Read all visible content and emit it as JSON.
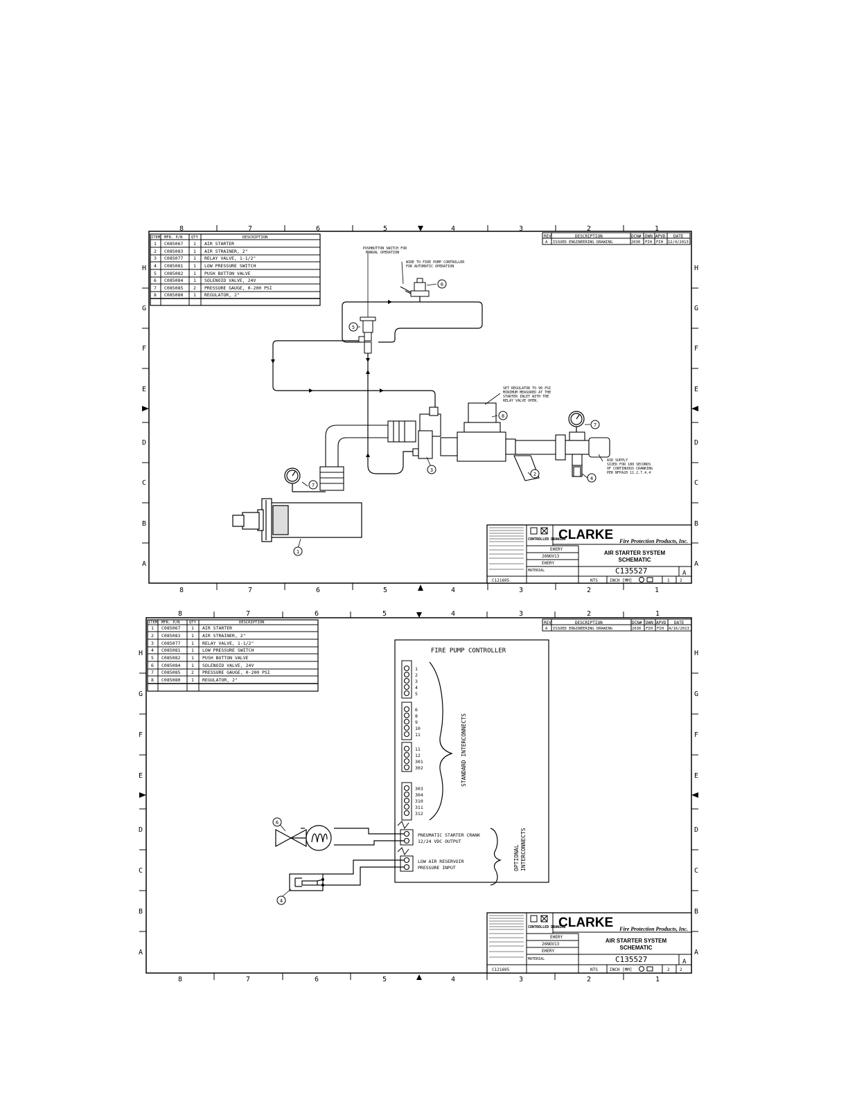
{
  "zones": {
    "columns": [
      "8",
      "7",
      "6",
      "5",
      "4",
      "3",
      "2",
      "1"
    ],
    "rows": [
      "H",
      "G",
      "F",
      "E",
      "D",
      "C",
      "B",
      "A"
    ]
  },
  "bom": {
    "headers": {
      "item": "ITEM",
      "part": "MFR. P/N",
      "qty": "QTY",
      "desc": "DESCRIPTION"
    },
    "rows": [
      {
        "item": "1",
        "part": "C085067",
        "qty": "1",
        "desc": "AIR STARTER"
      },
      {
        "item": "2",
        "part": "C085083",
        "qty": "1",
        "desc": "AIR STRAINER, 2\""
      },
      {
        "item": "3",
        "part": "C085077",
        "qty": "1",
        "desc": "RELAY VALVE, 1-1/2\""
      },
      {
        "item": "4",
        "part": "C085081",
        "qty": "1",
        "desc": "LOW PRESSURE SWITCH"
      },
      {
        "item": "5",
        "part": "C085082",
        "qty": "1",
        "desc": "PUSH BUTTON VALVE"
      },
      {
        "item": "6",
        "part": "C085084",
        "qty": "1",
        "desc": "SOLENOID VALVE, 24V"
      },
      {
        "item": "7",
        "part": "C085085",
        "qty": "2",
        "desc": "PRESSURE GAUGE, 0-200 PSI"
      },
      {
        "item": "8",
        "part": "C085080",
        "qty": "1",
        "desc": "REGULATOR, 2\""
      }
    ]
  },
  "revision": {
    "headers": {
      "rev": "REV",
      "desc": "DESCRIPTION",
      "chk": "DCN#",
      "dwn": "DWN",
      "apvd": "APVD",
      "date": "DATE"
    },
    "row1": {
      "rev": "A",
      "desc": "ISSUED ENGINEERING DRAWING",
      "chk": "2030",
      "dwn": "FIH",
      "apvd": "FIH",
      "date": "12/4/2013"
    },
    "row2": {
      "rev": "A",
      "desc": "ISSUED ENGINEERING DRAWING",
      "chk": "2030",
      "dwn": "FIH",
      "apvd": "FIH",
      "date": "4/16/2013"
    }
  },
  "title_block": {
    "logo": "CLARKE",
    "company": "Fire Protection Products, Inc.",
    "title_line1": "AIR STARTER SYSTEM",
    "title_line2": "SCHEMATIC",
    "drawing_number": "C135527",
    "rev": "A",
    "drawn_by": "EHERY",
    "date": "26NOV13",
    "checked_by": "EHERY",
    "material": "MATERIAL",
    "scale": "NTS",
    "units": "INCH [MM]",
    "sheet1": "1",
    "sheet2": "2",
    "of": "2",
    "ref": "C121695",
    "controlled": "CONTROLLED DRAWING"
  },
  "sheet1_notes": {
    "pushbutton_l1": "PUSHBUTTON SWITCH FOR",
    "pushbutton_l2": "MANUAL OPERATION",
    "wire_l1": "WIRE TO FIRE PUMP CONTROLLER",
    "wire_l2": "FOR AUTOMATIC OPERATION",
    "reg_l1": "SET REGULATOR TO 90 PSI",
    "reg_l2": "MINIMUM MEASURED AT THE",
    "reg_l3": "STARTER INLET WITH THE",
    "reg_l4": "RELAY VALVE OPEN.",
    "supply_l1": "AIR SUPPLY",
    "supply_l2": "SIZED FOR 180 SECONDS",
    "supply_l3": "OF CONTINUOUS CRANKING",
    "supply_l4": "PER NFPA20 11.2.7.4.4"
  },
  "sheet2": {
    "controller_title": "FIRE PUMP CONTROLLER",
    "terminals_standard": [
      "1",
      "2",
      "3",
      "4",
      "5",
      "6",
      "8",
      "9",
      "10",
      "11",
      "11",
      "12",
      "301",
      "302",
      "303",
      "304",
      "310",
      "311",
      "312"
    ],
    "standard_label": "STANDARD INTERCONNECTS",
    "optional_label_l1": "OPTIONAL",
    "optional_label_l2": "INTERCONNECTS",
    "crank_l1": "PNEUMATIC STARTER CRANK",
    "crank_l2": "12/24 VDC OUTPUT",
    "reservoir_l1": "LOW AIR RESERVOIR",
    "reservoir_l2": "PRESSURE INPUT"
  },
  "balloons": {
    "b1": "1",
    "b2": "2",
    "b3": "3",
    "b4": "4",
    "b5": "5",
    "b6": "6",
    "b7": "7",
    "b8": "8"
  }
}
